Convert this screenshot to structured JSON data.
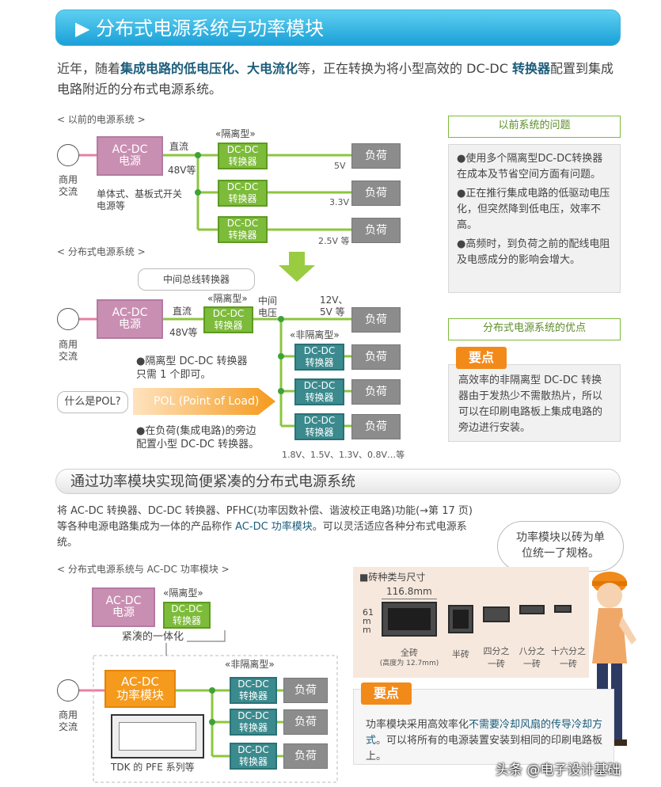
{
  "banner": {
    "title": "▶ 分布式电源系统与功率模块"
  },
  "intro": {
    "p1": "近年，随着",
    "b1": "集成电路的低电压化、大电流化",
    "p2": "等，正在转换为将小型高效的 DC-DC ",
    "b2": "转换器",
    "p3": "配置到集成电路附近的分布式电源系统。"
  },
  "old_system": {
    "label": "< 以前的电源系统 >",
    "ac_source": "商用\n交流",
    "acdc": "AC-DC\n电源",
    "dc_label": "直流",
    "v48": "48V等",
    "acdc_note": "单体式、基板式开关\n电源等",
    "iso_tag": "«隔离型»",
    "converters": [
      {
        "name": "DC-DC\n转换器",
        "voltage": "5V",
        "load": "负荷"
      },
      {
        "name": "DC-DC\n转换器",
        "voltage": "3.3V",
        "load": "负荷"
      },
      {
        "name": "DC-DC\n转换器",
        "voltage": "2.5V 等",
        "load": "负荷"
      }
    ]
  },
  "new_system": {
    "label": "< 分布式电源系统 >",
    "ibc_bubble": "中间总线转换器",
    "ac_source": "商用\n交流",
    "acdc": "AC-DC\n电源",
    "dc_label": "直流",
    "v48": "48V等",
    "iso_tag": "«隔离型»",
    "iso_conv": "DC-DC\n转换器",
    "mid_v": "中间\n电压",
    "v12": "12V、\n5V 等",
    "top_load": "负荷",
    "noniso_tag": "«非隔离型»",
    "note1": "●隔离型 DC-DC 转换器\n只需 1 个即可。",
    "pol_q": "什么是POL?",
    "pol": "POL (Point of Load)",
    "note2": "●在负荷(集成电路)的旁边\n配置小型 DC-DC 转换器。",
    "niso": [
      {
        "name": "DC-DC\n转换器",
        "load": "负荷"
      },
      {
        "name": "DC-DC\n转换器",
        "load": "负荷"
      },
      {
        "name": "DC-DC\n转换器",
        "load": "负荷"
      }
    ],
    "voltages": "1.8V、1.5V、1.3V、0.8V…等"
  },
  "problems": {
    "title": "以前系统的问题",
    "items": [
      "●使用多个隔离型DC-DC转换器在成本及节省空间方面有问题。",
      "●正在推行集成电路的低驱动电压化，但突然降到低电压，效率不高。",
      "●高频时，到负荷之前的配线电阻及电感成分的影响会增大。"
    ]
  },
  "advantages": {
    "title": "分布式电源系统的优点",
    "key": "要点",
    "text": "高效率的非隔离型 DC-DC 转换器由于发热少不需散热片，所以可以在印刷电路板上集成电路的旁边进行安装。"
  },
  "section2": {
    "title": "通过功率模块实现简便紧凑的分布式电源系统",
    "para_a": "将 AC-DC 转换器、DC-DC 转换器、PFHC(功率因数补偿、谐波校正电路)功能(→第 17 页) 等各种电源电路集成为一体的产品称作 ",
    "para_b": "AC-DC 功率模块",
    "para_c": "。可以灵活适应各种分布式电源系统。",
    "label": "< 分布式电源系统与 AC-DC 功率模块 >",
    "acdc": "AC-DC\n电源",
    "iso_tag": "«隔离型»",
    "iso_conv": "DC-DC\n转换器",
    "compact": "紧凑的一体化",
    "noniso_tag": "«非隔离型»",
    "module": "AC-DC\n功率模块",
    "ac_source": "商用\n交流",
    "niso": [
      {
        "name": "DC-DC\n转换器",
        "load": "负荷"
      },
      {
        "name": "DC-DC\n转换器",
        "load": "负荷"
      },
      {
        "name": "DC-DC\n转换器",
        "load": "负荷"
      }
    ],
    "product": "TDK 的 PFE 系列等",
    "speech": "功率模块以砖为单位统一了规格。",
    "brick_title": "■砖种类与尺寸",
    "width": "116.8mm",
    "height": "61mm",
    "bricks": [
      {
        "name": "全砖",
        "sub": "(高度为 12.7mm)"
      },
      {
        "name": "半砖",
        "sub": ""
      },
      {
        "name": "四分之\n一砖",
        "sub": ""
      },
      {
        "name": "八分之\n一砖",
        "sub": ""
      },
      {
        "name": "十六分之\n一砖",
        "sub": ""
      }
    ],
    "key": "要点",
    "key_a": "功率模块采用高效率化",
    "key_b": "不需要冷却风扇的传导冷却方式",
    "key_c": "。可以将所有的电源装置安装到相同的印刷电路板上。"
  },
  "watermark": "头条 @电子设计基础",
  "colors": {
    "banner": "#1aa0d8",
    "acdc": "#c98fb2",
    "isolated": "#7dbb3a",
    "non_isolated": "#3b8a8e",
    "load": "#8c8c8c",
    "orange": "#f59a1c",
    "line_green": "#8cc63f"
  }
}
